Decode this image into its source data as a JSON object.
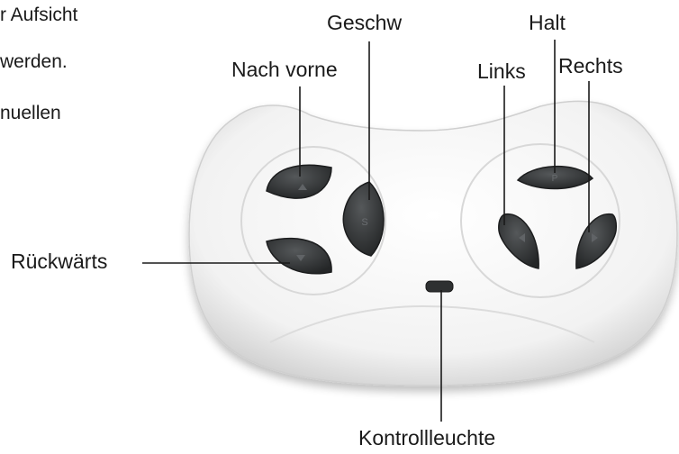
{
  "text_fragments": [
    "r Aufsicht",
    "werden.",
    "nuellen"
  ],
  "labels": {
    "nach_vorne": "Nach vorne",
    "geschw": "Geschw",
    "links": "Links",
    "halt": "Halt",
    "rechts": "Rechts",
    "rueckwaerts": "Rückwärts",
    "kontrollleuchte": "Kontrollleuchte"
  },
  "button_glyphs": {
    "speed": "S",
    "stop": "P"
  },
  "colors": {
    "remote_body": "#f4f4f4",
    "remote_shadow": "#d6d6d6",
    "button": "#3a3c3d",
    "leader_line": "#1a1a1a"
  }
}
